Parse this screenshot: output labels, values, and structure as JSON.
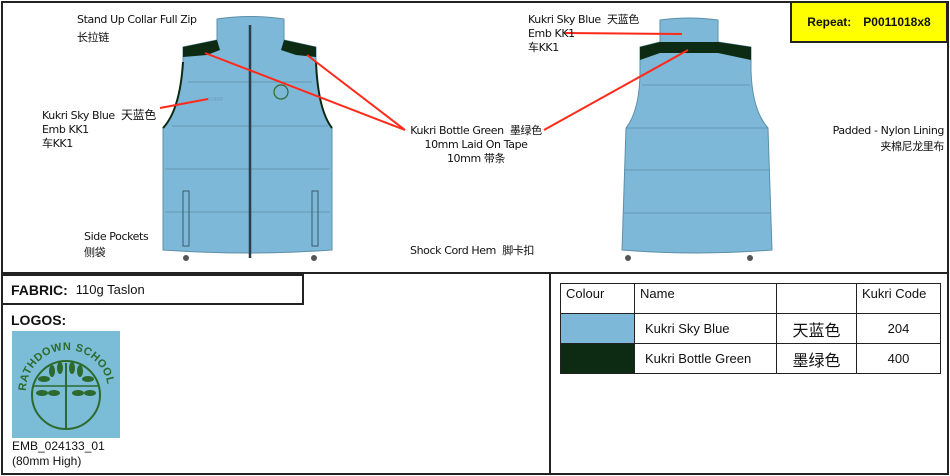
{
  "repeat": {
    "label": "Repeat:",
    "code": "P0011018x8"
  },
  "annotations": {
    "collar": {
      "en": "Stand Up Collar Full Zip",
      "cn": "长拉链"
    },
    "front_emb": {
      "en": "Kukri Sky Blue",
      "cn": "天蓝色",
      "emb": "Emb KK1",
      "emb_cn": "车KK1"
    },
    "back_emb": {
      "en": "Kukri Sky Blue",
      "cn": "天蓝色",
      "emb": "Emb KK1",
      "emb_cn": "车KK1"
    },
    "tape": {
      "en": "Kukri Bottle Green",
      "cn": "墨绿色",
      "line2": "10mm Laid On Tape",
      "line3": "10mm 带条"
    },
    "lining": {
      "en": "Padded - Nylon Lining",
      "cn": "夹棉尼龙里布"
    },
    "pockets": {
      "en": "Side Pockets",
      "cn": "侧袋"
    },
    "hem": {
      "en": "Shock Cord Hem",
      "cn": "脚卡扣"
    }
  },
  "fabric": {
    "label": "FABRIC:",
    "value": "110g Taslon"
  },
  "logos": {
    "label": "LOGOS:",
    "logo_text": "RATHDOWN SCHOOL",
    "code": "EMB_024133_01",
    "size": "(80mm High)"
  },
  "colour_table": {
    "headers": [
      "Colour",
      "Name",
      "",
      "Kukri Code"
    ],
    "rows": [
      {
        "swatch": "#7db8d8",
        "name": "Kukri Sky Blue",
        "cn": "天蓝色",
        "code": "204"
      },
      {
        "swatch": "#0d2a12",
        "name": "Kukri Bottle Green",
        "cn": "墨绿色",
        "code": "400"
      }
    ]
  },
  "colors": {
    "sky_blue": "#7db8d8",
    "bottle_green": "#0d2a12",
    "callout": "#ff2a1a",
    "highlight": "#ffff00"
  }
}
